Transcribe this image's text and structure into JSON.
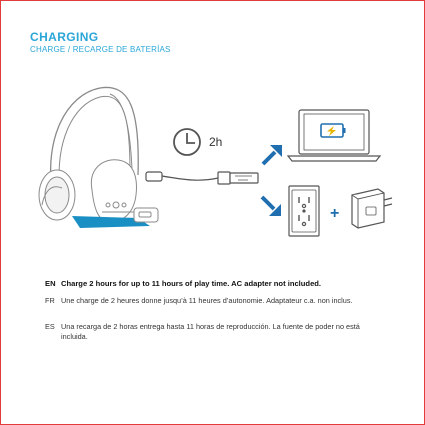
{
  "header": {
    "title": "CHARGING",
    "subtitle": "CHARGE / RECARGE DE BATERÍAS"
  },
  "illustration": {
    "time_label": "2h",
    "plus_symbol": "+",
    "colors": {
      "accent": "#2aa6d8",
      "arrow_blue": "#1f6fb0",
      "cable_blue": "#1a8fc4",
      "battery_yellow": "#e8b400",
      "outline": "#8a8a8a",
      "border_red": "#e33b3b"
    },
    "icons": [
      "headphones-icon",
      "clock-icon",
      "usb-cable-icon",
      "laptop-icon",
      "battery-charging-icon",
      "wall-outlet-icon",
      "ac-adapter-icon",
      "arrow-up-right-icon",
      "arrow-down-right-icon"
    ]
  },
  "instructions": [
    {
      "code": "EN",
      "text": "Charge 2 hours for up to 11 hours of play time. AC adapter not included."
    },
    {
      "code": "FR",
      "text": "Une charge de 2 heures donne jusqu’à 11 heures d’autonomie. Adaptateur c.a. non inclus."
    },
    {
      "code": "ES",
      "text": "Una recarga de 2 horas entrega hasta 11 horas de reproducción. La fuente de poder no está incluida."
    }
  ]
}
